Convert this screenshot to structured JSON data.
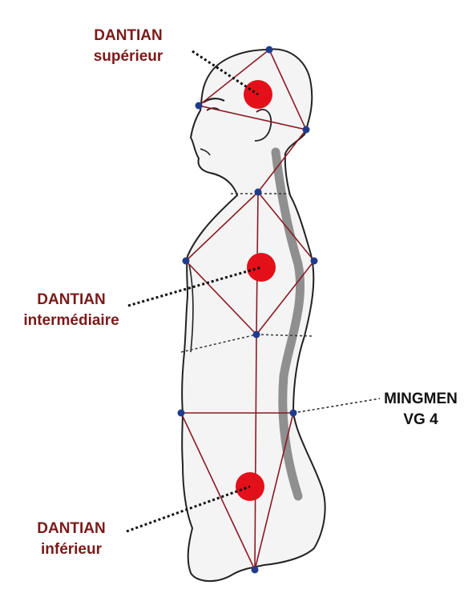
{
  "labels": {
    "upper": {
      "line1": "DANTIAN",
      "line2": "supérieur"
    },
    "middle": {
      "line1": "DANTIAN",
      "line2": "intermédiaire"
    },
    "lower": {
      "line1": "DANTIAN",
      "line2": "inférieur"
    },
    "mingmen": {
      "line1": "MINGMEN",
      "line2": "VG 4"
    }
  },
  "colors": {
    "label_red": "#7a1a18",
    "label_black": "#111111",
    "energy_center": "#e3101a",
    "structure_lines": "#8b1a22",
    "nodes": "#1f3c8c",
    "spine": "#8f8f8f",
    "body_fill": "#f4f4f4",
    "body_outline": "#222222"
  }
}
